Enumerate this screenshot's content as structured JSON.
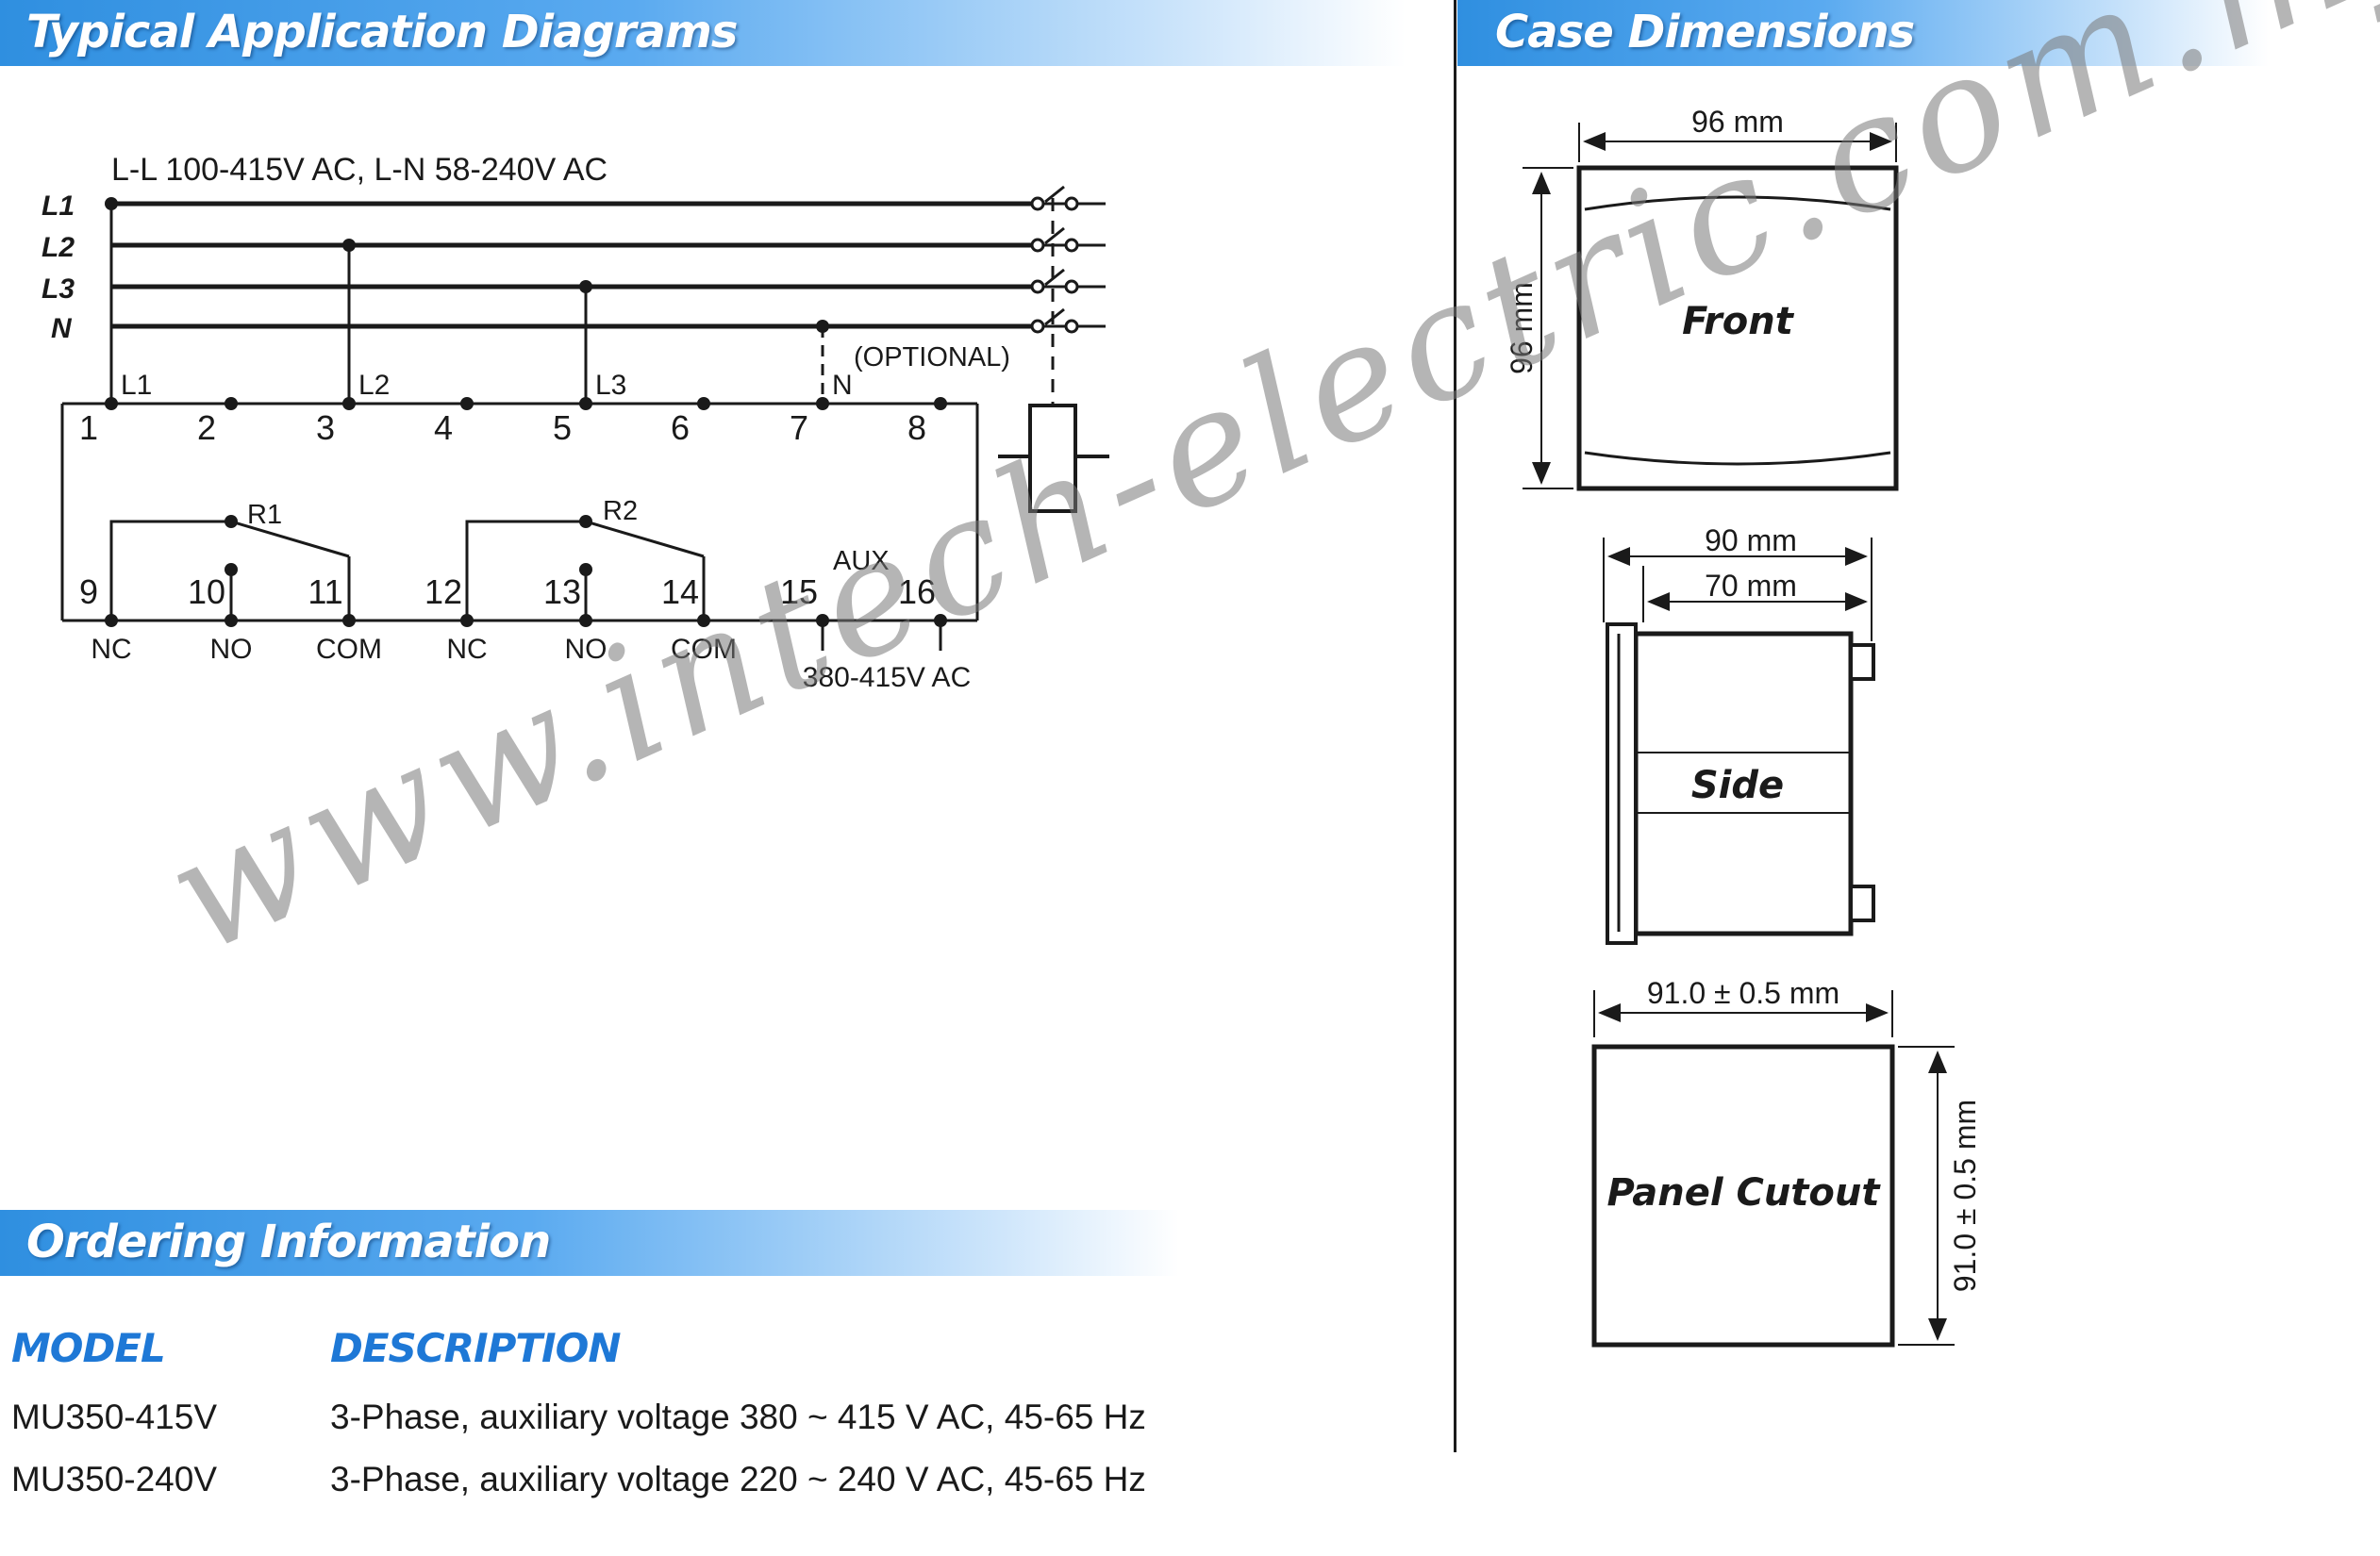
{
  "sections": {
    "application": "Typical Application Diagrams",
    "case": "Case Dimensions",
    "ordering": "Ordering Information"
  },
  "wiring": {
    "supply_label": "L-L 100-415V AC, L-N 58-240V AC",
    "lines": [
      "L1",
      "L2",
      "L3",
      "N"
    ],
    "tap_labels": [
      "L1",
      "L2",
      "L3",
      "N"
    ],
    "optional_label": "(OPTIONAL)",
    "terminals_top": [
      "1",
      "2",
      "3",
      "4",
      "5",
      "6",
      "7",
      "8"
    ],
    "terminals_bottom": [
      "9",
      "10",
      "11",
      "12",
      "13",
      "14",
      "15",
      "16"
    ],
    "relay_labels": [
      "R1",
      "R2"
    ],
    "aux_label": "AUX",
    "contact_labels": [
      "NC",
      "NO",
      "COM",
      "NC",
      "NO",
      "COM"
    ],
    "aux_voltage": "380-415V AC"
  },
  "case_dimensions": {
    "front_label": "Front",
    "front_width": "96 mm",
    "front_height": "96 mm",
    "side_label": "Side",
    "side_depth_total": "90 mm",
    "side_depth_body": "70 mm",
    "cutout_label": "Panel Cutout",
    "cutout_width": "91.0 ± 0.5 mm",
    "cutout_height": "91.0 ± 0.5 mm"
  },
  "ordering": {
    "headers": [
      "MODEL",
      "DESCRIPTION"
    ],
    "rows": [
      {
        "model": "MU350-415V",
        "description": "3-Phase, auxiliary voltage 380 ~ 415 V AC, 45-65 Hz"
      },
      {
        "model": "MU350-240V",
        "description": "3-Phase, auxiliary voltage 220 ~ 240 V AC, 45-65 Hz"
      }
    ]
  },
  "watermark": "www.intech-electric.com.my",
  "colors": {
    "banner": "#2f8fe0",
    "heading_blue": "#1e78d6",
    "line": "#1a1a1a"
  }
}
